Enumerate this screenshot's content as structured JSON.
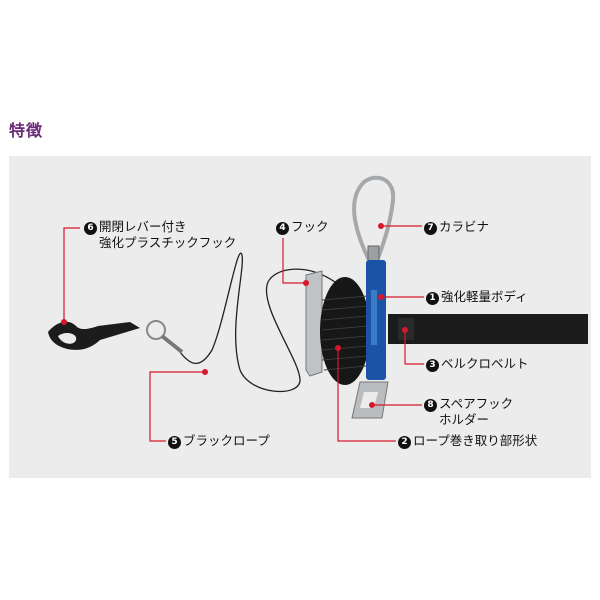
{
  "heading": "特徴",
  "accent_color": "#d6182c",
  "features": [
    {
      "num": "1",
      "text": "強化軽量ボディ"
    },
    {
      "num": "2",
      "text": "ロープ巻き取り部形状"
    },
    {
      "num": "3",
      "text": "ベルクロベルト"
    },
    {
      "num": "4",
      "text": "フック"
    },
    {
      "num": "5",
      "text": "ブラックロープ"
    },
    {
      "num": "6",
      "text": "開閉レバー付き",
      "text2": "強化プラスチックフック"
    },
    {
      "num": "7",
      "text": "カラビナ"
    },
    {
      "num": "8",
      "text": "スペアフック",
      "text2": "ホルダー"
    }
  ]
}
